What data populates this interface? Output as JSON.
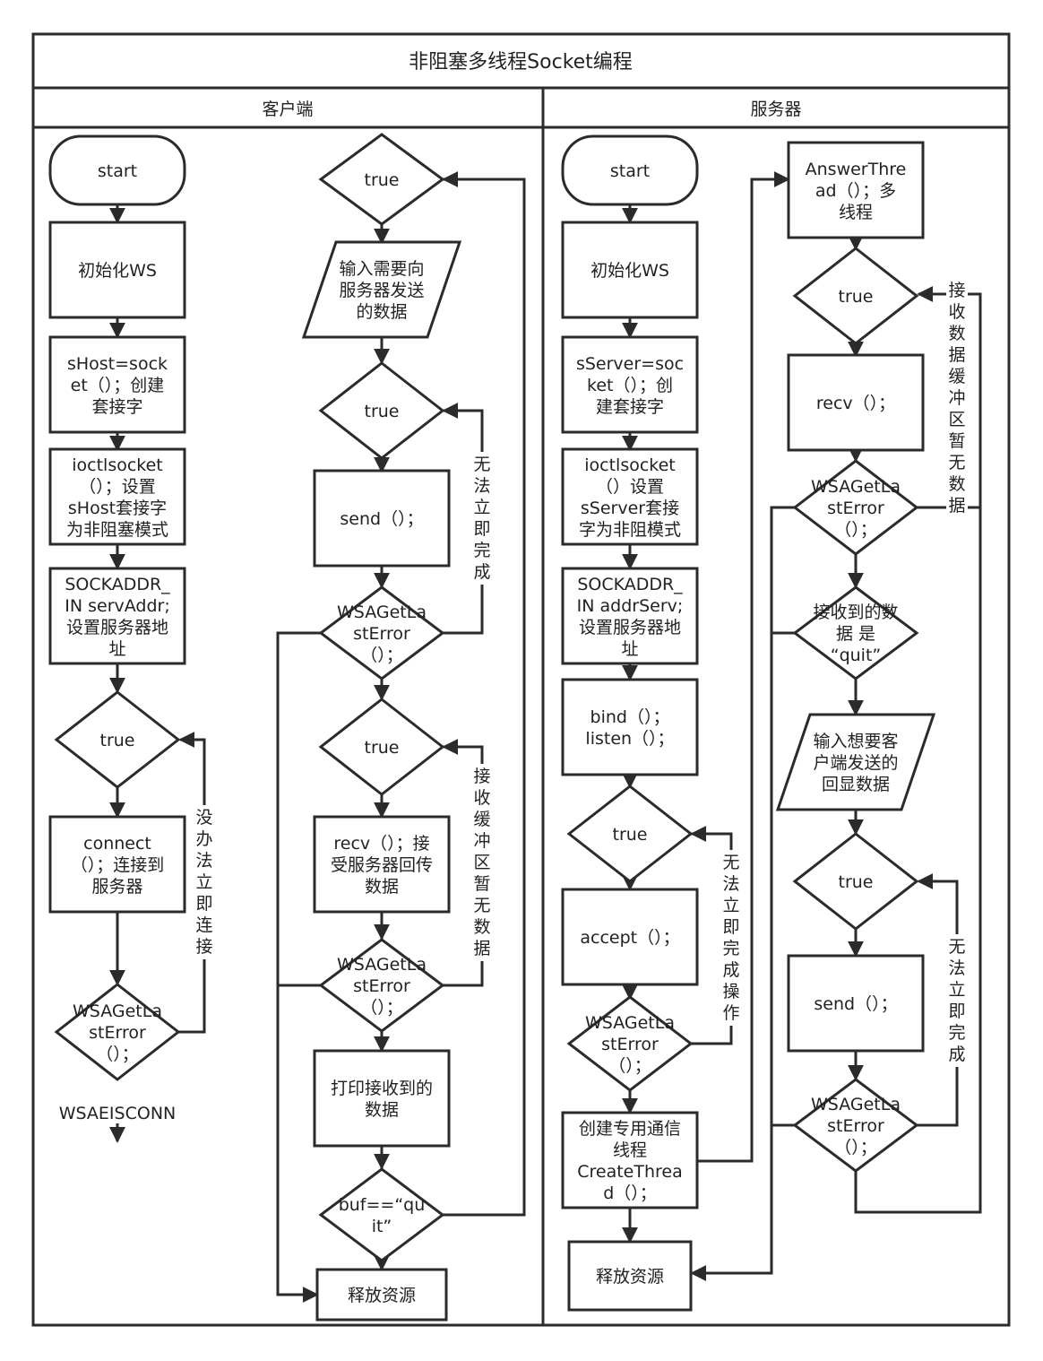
{
  "title": "非阻塞多线程Socket编程",
  "lanes": {
    "client": "客户端",
    "server": "服务器"
  },
  "nodes": {
    "c_start": [
      "start"
    ],
    "c_initws": [
      "初始化WS"
    ],
    "c_socket": [
      "sHost=sock",
      "et（）；创建",
      "套接字"
    ],
    "c_ioctl": [
      "ioctlsocket",
      "（）；设置",
      "sHost套接字",
      "为非阻塞模式"
    ],
    "c_sockaddr": [
      "SOCKADDR_",
      "IN servAddr;",
      "设置服务器地",
      "址"
    ],
    "c_true1": [
      "true"
    ],
    "c_connect": [
      "connect",
      "（）；连接到",
      "服务器"
    ],
    "c_wsa1": [
      "WSAGetLa",
      "stError",
      "（）；"
    ],
    "c_wsaisconn": [
      "WSAEISCONN"
    ],
    "c_true2": [
      "true"
    ],
    "c_input": [
      "输入需要向",
      "服务器发送",
      "的数据"
    ],
    "c_true3": [
      "true"
    ],
    "c_send": [
      "send（）；"
    ],
    "c_wsa2": [
      "WSAGetLa",
      "stError",
      "（）；"
    ],
    "c_true4": [
      "true"
    ],
    "c_recv": [
      "recv（）；接",
      "受服务器回传",
      "数据"
    ],
    "c_wsa3": [
      "WSAGetLa",
      "stError",
      "（）；"
    ],
    "c_print": [
      "打印接收到的",
      "数据"
    ],
    "c_bufquit": [
      "buf==“qu",
      "it”"
    ],
    "c_release": [
      "释放资源"
    ],
    "s_start": [
      "start"
    ],
    "s_initws": [
      "初始化WS"
    ],
    "s_socket": [
      "sServer=soc",
      "ket（）；创",
      "建套接字"
    ],
    "s_ioctl": [
      "ioctlsocket",
      "（）设置",
      "sServer套接",
      "字为非阻模式"
    ],
    "s_sockaddr": [
      "SOCKADDR_",
      "IN addrServ;",
      "设置服务器地",
      "址"
    ],
    "s_bind": [
      "bind（）；",
      "listen（）；"
    ],
    "s_true1": [
      "true"
    ],
    "s_accept": [
      "accept（）；"
    ],
    "s_wsa1": [
      "WSAGetLa",
      "stError",
      "（）；"
    ],
    "s_create": [
      "创建专用通信",
      "线程",
      "CreateThrea",
      "d（）；"
    ],
    "s_release": [
      "释放资源"
    ],
    "s_answer": [
      "AnswerThre",
      "ad（）；多",
      "线程"
    ],
    "s_true2": [
      "true"
    ],
    "s_recv": [
      "recv（）；"
    ],
    "s_wsa2": [
      "WSAGetLa",
      "stError",
      "（）；"
    ],
    "s_quit": [
      "接收到的数",
      "据 是",
      "“quit”"
    ],
    "s_input": [
      "输入想要客",
      "户端发送的",
      "回显数据"
    ],
    "s_true3": [
      "true"
    ],
    "s_send": [
      "send（）；"
    ],
    "s_wsa3": [
      "WSAGetLa",
      "stError",
      "（）；"
    ]
  },
  "edge_labels": {
    "c_noconnect": [
      "没",
      "办",
      "法",
      "立",
      "即",
      "连",
      "接"
    ],
    "c_nocomplete": [
      "无",
      "法",
      "立",
      "即",
      "完",
      "成"
    ],
    "c_recvempty": [
      "接",
      "收",
      "缓",
      "冲",
      "区",
      "暂",
      "无",
      "数",
      "据"
    ],
    "s_nocomplete_op": [
      "无",
      "法",
      "立",
      "即",
      "完",
      "成",
      "操",
      "作"
    ],
    "s_recvempty": [
      "接",
      "收",
      "数",
      "据",
      "缓",
      "冲",
      "区",
      "暂",
      "无",
      "数",
      "据"
    ],
    "s_nocomplete": [
      "无",
      "法",
      "立",
      "即",
      "完",
      "成"
    ]
  }
}
